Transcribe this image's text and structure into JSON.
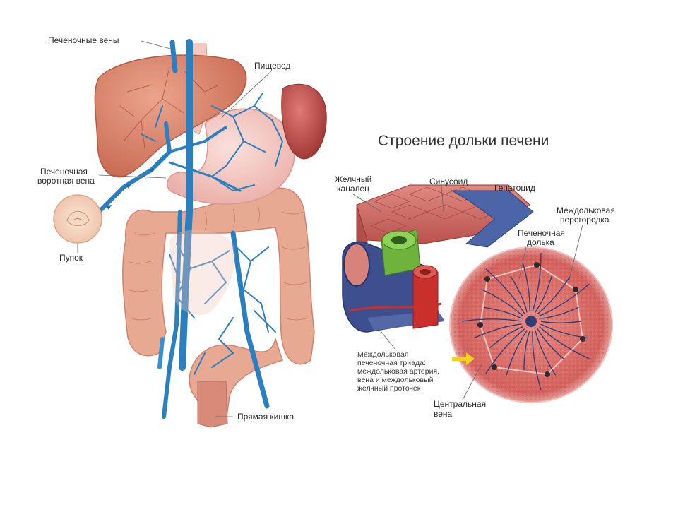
{
  "title": "Строение дольки печени",
  "labels": {
    "hepatic_veins": "Печеночные вены",
    "esophagus": "Пищевод",
    "portal_vein_l1": "Печеночная",
    "portal_vein_l2": "воротная вена",
    "navel": "Пупок",
    "rectum": "Прямая кишка",
    "bile_canaliculus_l1": "Желчный",
    "bile_canaliculus_l2": "каналец",
    "sinusoid": "Синусоид",
    "hepatocyte": "Гепатоцид",
    "septum_l1": "Междольковая",
    "septum_l2": "перегородка",
    "lobule_l1": "Печеночная",
    "lobule_l2": "долька",
    "triad_l1": "Междольковая",
    "triad_l2": "печеночная триада:",
    "triad_l3": "междольковая артерия,",
    "triad_l4": "вена и междольковый",
    "triad_l5": "желчный проточек",
    "central_vein_l1": "Центральная",
    "central_vein_l2": "вена"
  },
  "colors": {
    "liver": "#d9826a",
    "vein_blue": "#2a7fc0",
    "intestine": "#e8a993",
    "stomach": "#f3c6bf",
    "spleen": "#b94a48",
    "tissue_red": "#cf6f6a",
    "vessel_dark": "#3d4f8f",
    "artery_red": "#c9302c",
    "lobule_bg": "#d3625e",
    "arrow_yellow": "#f2d21b"
  }
}
